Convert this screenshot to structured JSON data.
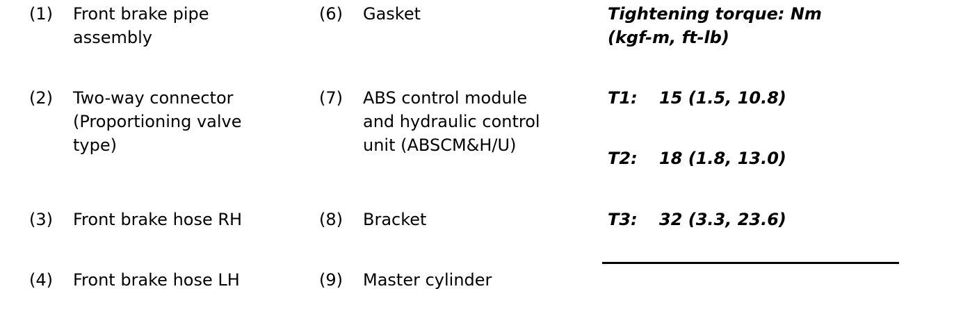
{
  "legend": {
    "col1": [
      {
        "num": "(1)",
        "lines": [
          "Front brake pipe",
          "assembly"
        ]
      },
      {
        "num": "(2)",
        "lines": [
          "Two-way connector",
          "(Proportioning valve",
          "type)"
        ]
      },
      {
        "num": "(3)",
        "lines": [
          "Front brake hose RH"
        ]
      },
      {
        "num": "(4)",
        "lines": [
          "Front brake hose LH"
        ]
      }
    ],
    "col2": [
      {
        "num": "(6)",
        "lines": [
          "Gasket"
        ]
      },
      {
        "num": "(7)",
        "lines": [
          "ABS control module",
          "and hydraulic control",
          "unit (ABSCM&H/U)"
        ]
      },
      {
        "num": "(8)",
        "lines": [
          "Bracket"
        ]
      },
      {
        "num": "(9)",
        "lines": [
          "Master cylinder"
        ]
      }
    ]
  },
  "torque": {
    "header_lines": [
      "Tightening torque: Nm",
      "(kgf-m, ft-lb)"
    ],
    "rows": [
      {
        "label": "T1:",
        "value": "15 (1.5, 10.8)"
      },
      {
        "label": "T2:",
        "value": "18 (1.8, 13.0)"
      },
      {
        "label": "T3:",
        "value": "32 (3.3, 23.6)"
      }
    ]
  }
}
